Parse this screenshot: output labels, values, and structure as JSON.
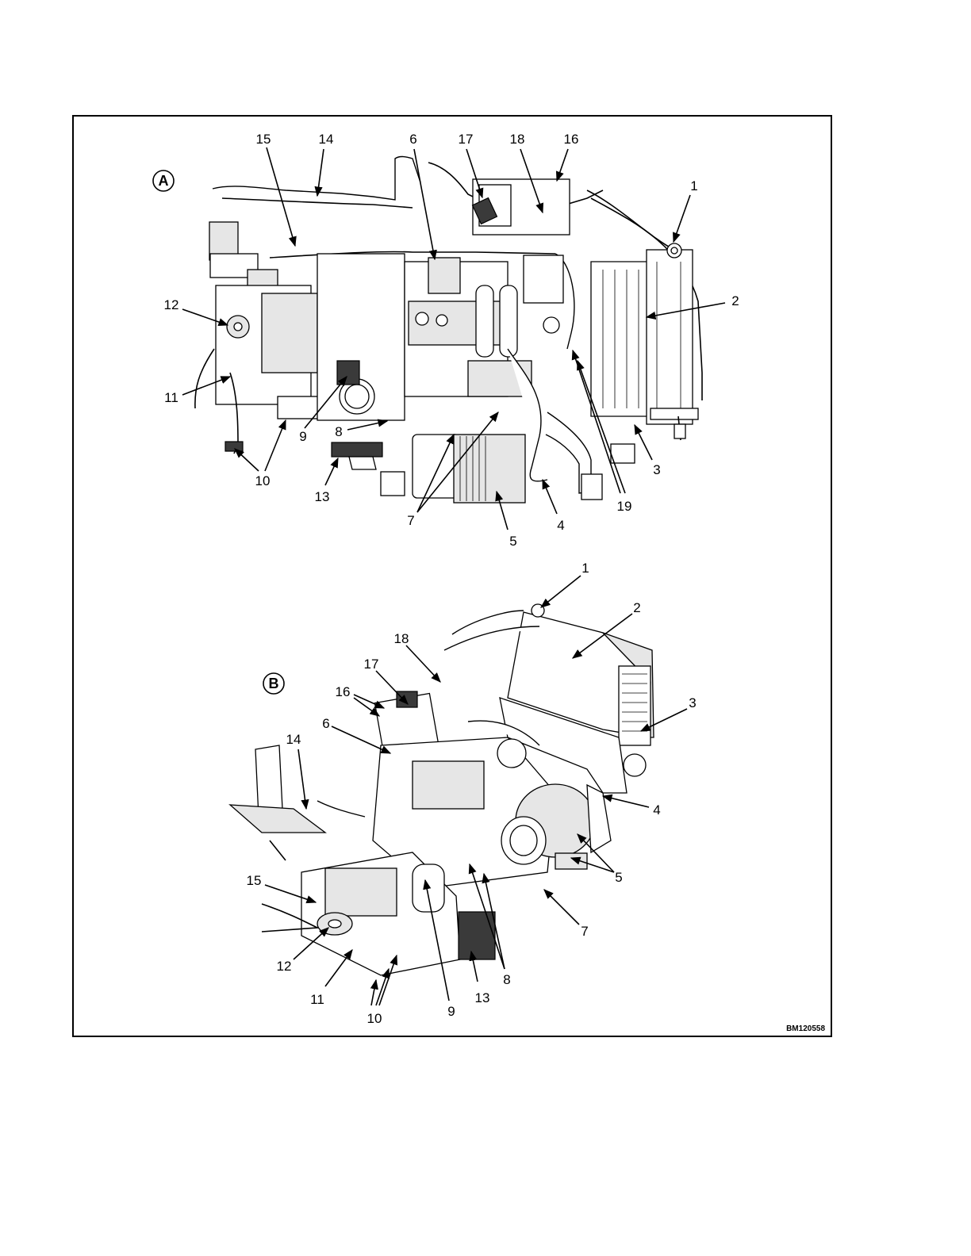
{
  "figure_code": "BM120558",
  "panels": [
    {
      "letter": "A"
    },
    {
      "letter": "B"
    }
  ],
  "callouts_a": [
    "15",
    "14",
    "6",
    "17",
    "18",
    "16",
    "1",
    "2",
    "12",
    "11",
    "8",
    "9",
    "10",
    "13",
    "7",
    "5",
    "4",
    "19",
    "3"
  ],
  "callouts_b": [
    "1",
    "2",
    "18",
    "17",
    "16",
    "3",
    "6",
    "14",
    "4",
    "5",
    "15",
    "7",
    "8",
    "12",
    "11",
    "13",
    "9",
    "10"
  ]
}
